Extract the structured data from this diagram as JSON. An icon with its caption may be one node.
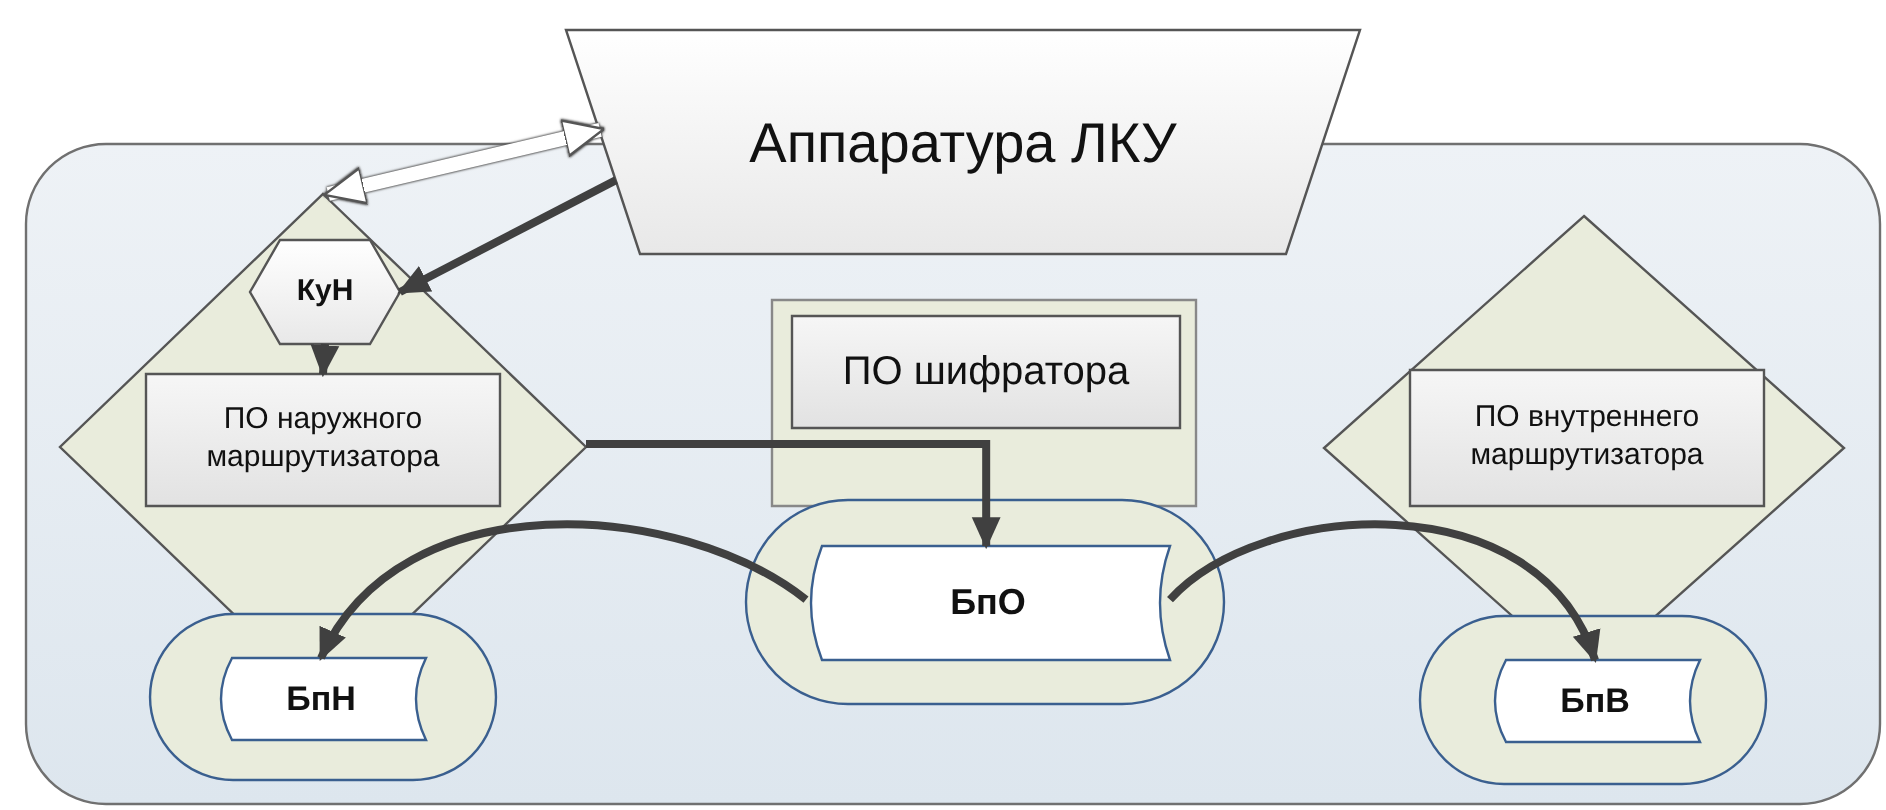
{
  "diagram": {
    "nodes": [
      {
        "text": [],
        "shape": "box"
      },
      {
        "text": [
          "Аппаратура ЛКУ"
        ]
      },
      {
        "text": [],
        "shape": "diamond",
        "in": 0
      },
      {
        "text": [
          "КуН"
        ],
        "in": 2
      },
      {
        "text": [
          "ПО наружного маршрутизатора"
        ],
        "in": 2
      },
      {
        "text": [],
        "shape": "box",
        "in": 0
      },
      {
        "text": [
          "ПО шифратора"
        ],
        "in": 5
      },
      {
        "text": [],
        "shape": "diamond",
        "in": 0
      },
      {
        "text": [
          "ПО внутреннего маршрутизатора"
        ],
        "in": 7
      },
      {
        "text": [],
        "shape": "box",
        "in": 0
      },
      {
        "text": [
          "БпН"
        ],
        "in": 9
      },
      {
        "text": [],
        "shape": "box",
        "in": 0
      },
      {
        "text": [
          "БпО"
        ],
        "in": 11
      },
      {
        "text": [],
        "shape": "box",
        "in": 0
      },
      {
        "text": [
          "БпВ"
        ],
        "in": 13
      }
    ],
    "edges": [
      {
        "from": 1,
        "to": 2,
        "arrow": "both",
        "color": "#ffffff"
      },
      {
        "from": 1,
        "to": 3,
        "arrow": "to"
      },
      {
        "from": 3,
        "to": 4,
        "arrow": "to"
      },
      {
        "from": 2,
        "to": 12,
        "arrow": "to"
      },
      {
        "from": 12,
        "to": 10,
        "arrow": "to"
      },
      {
        "from": 12,
        "to": 14,
        "arrow": "to"
      }
    ]
  }
}
